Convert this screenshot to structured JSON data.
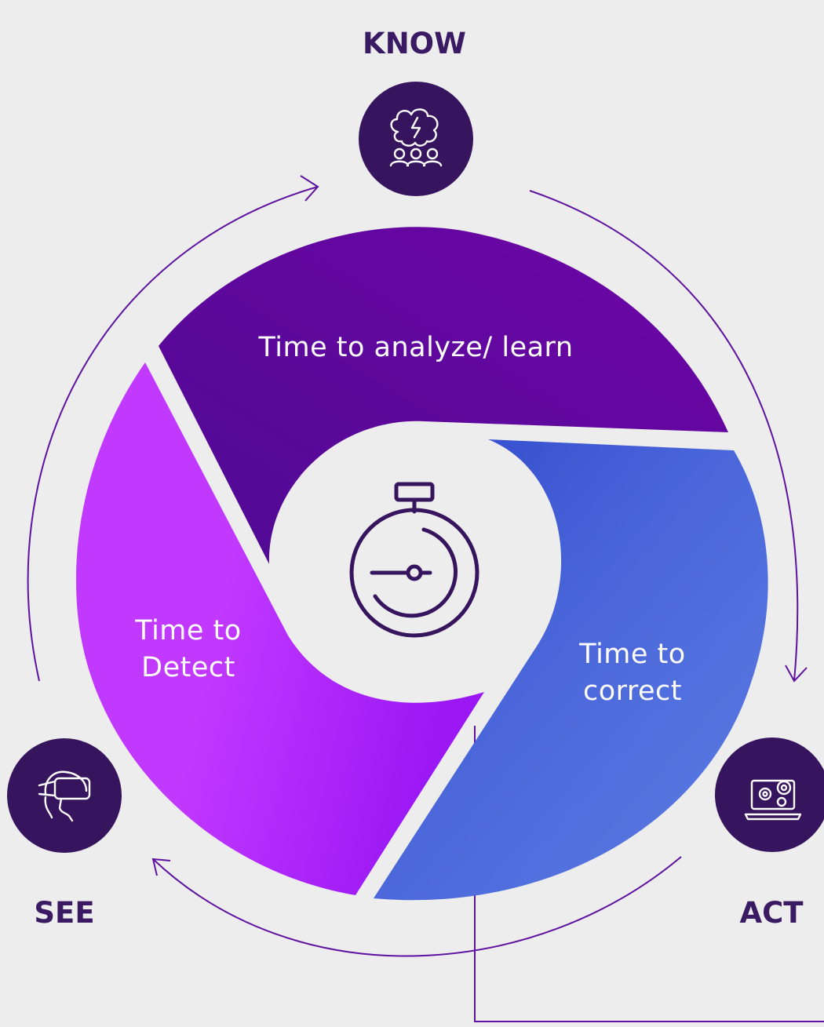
{
  "stages": {
    "know": {
      "label": "KNOW",
      "icon": "brain-team-icon"
    },
    "see": {
      "label": "SEE",
      "icon": "vr-headset-icon"
    },
    "act": {
      "label": "ACT",
      "icon": "laptop-gears-icon"
    }
  },
  "segments": {
    "analyze": {
      "line1": "Time to analyze/ learn",
      "color_start": "#4F0A93",
      "color_end": "#6E05A7"
    },
    "detect": {
      "line1": "Time to",
      "line2": "Detect",
      "color_start": "#C138FF",
      "color_end": "#9B18F5"
    },
    "correct": {
      "line1": "Time to",
      "line2": "correct",
      "color_start": "#3048CC",
      "color_end": "#5B7BE2"
    }
  },
  "center_icon": "stopwatch-icon",
  "colors": {
    "background": "#EDEDEE",
    "icon_circle": "#36145E",
    "label_text": "#3A1A63",
    "arrow": "#5E12A0"
  }
}
